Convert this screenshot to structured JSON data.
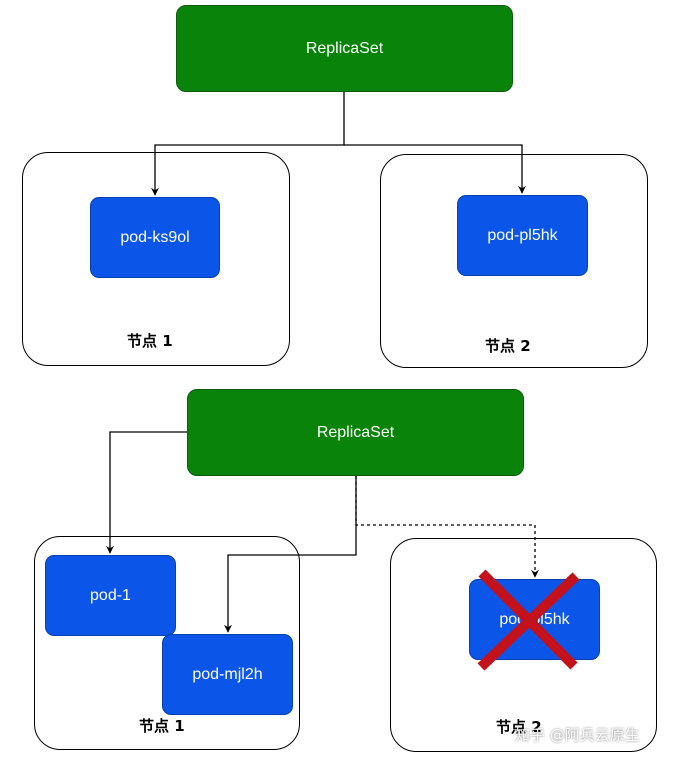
{
  "top": {
    "replicaset_label": "ReplicaSet",
    "node1": {
      "label": "节点 1",
      "pod": "pod-ks9ol"
    },
    "node2": {
      "label": "节点 2",
      "pod": "pod-pl5hk"
    }
  },
  "bottom": {
    "replicaset_label": "ReplicaSet",
    "node1": {
      "label": "节点 1",
      "pods": [
        "pod-1",
        "pod-mjl2h"
      ]
    },
    "node2": {
      "label": "节点 2",
      "pod": "pod-pl5hk",
      "pod_status": "failed"
    }
  },
  "watermark": "知乎 @阿兵云原生",
  "colors": {
    "replicaset": "#0a830a",
    "pod": "#0b56e8",
    "cross": "#c4121d"
  }
}
